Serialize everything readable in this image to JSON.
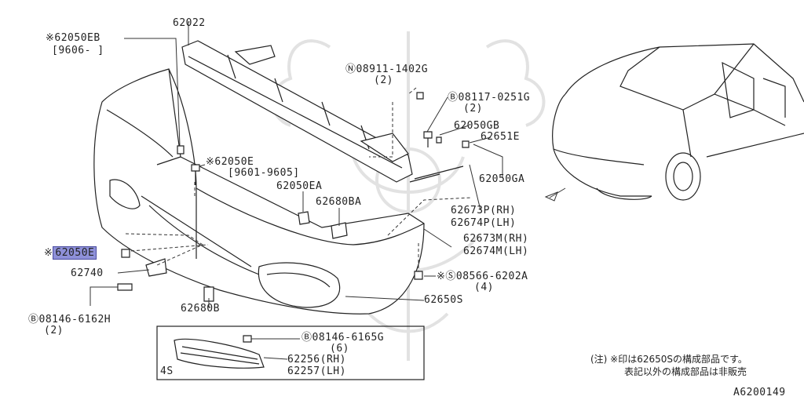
{
  "parts": {
    "p62050EB": "※62050EB",
    "p62050EB_date": "[9606-     ]",
    "p62022": "62022",
    "p08911": "Ⓝ08911-1402G",
    "p08911_qty": "(2)",
    "p08117": "Ⓑ08117-0251G",
    "p08117_qty": "(2)",
    "p62050GB": "62050GB",
    "p62651E": "62651E",
    "p62050GA": "62050GA",
    "p62050E_top": "※62050E",
    "p62050E_top_date": "[9601-9605]",
    "p62050EA": "62050EA",
    "p62680BA": "62680BA",
    "p62673P": "62673P(RH)",
    "p62674P": "62674P(LH)",
    "p62673M": "62673M(RH)",
    "p62674M": "62674M(LH)",
    "p62050E_mark": "※",
    "p62050E_sel": "62050E",
    "p62740": "62740",
    "p08566": "※Ⓢ08566-6202A",
    "p08566_qty": "(4)",
    "p62650S": "62650S",
    "p08146_6162H": "Ⓑ08146-6162H",
    "p08146_6162H_qty": "(2)",
    "p62680B": "62680B",
    "p08146_6165G": "Ⓑ08146-6165G",
    "p08146_6165G_qty": "(6)",
    "p62256": "62256(RH)",
    "p62257": "62257(LH)",
    "kit_4S": "4S"
  },
  "note": {
    "line1": "(注) ※印は62650Sの構成部品です。",
    "line2": "表記以外の構成部品は非販売"
  },
  "diagram_id": "A6200149",
  "colors": {
    "selection": "#8e90d8",
    "line": "#333333",
    "watermark": "#e2e2e2"
  }
}
